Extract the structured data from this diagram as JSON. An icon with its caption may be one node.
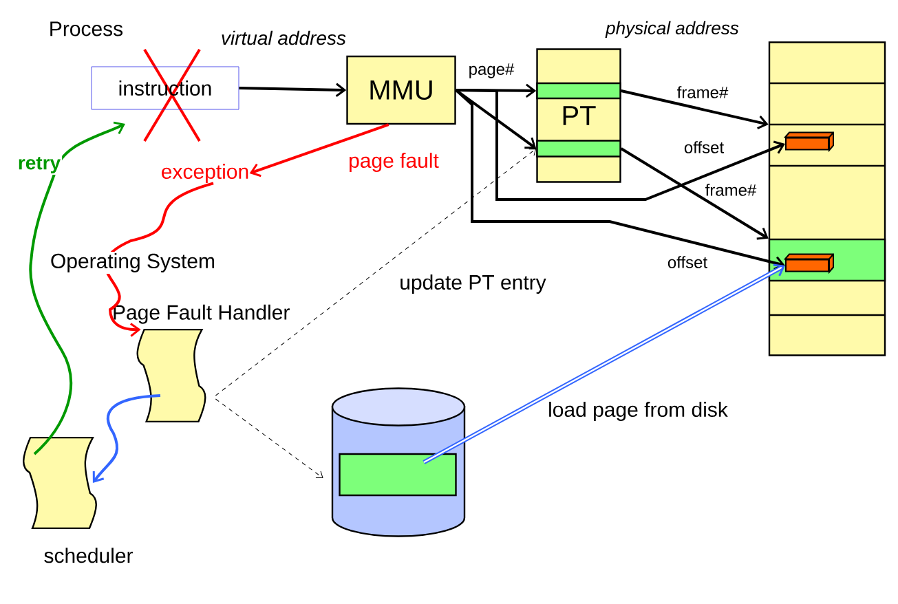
{
  "diagram": {
    "nodes": [
      {
        "text": [
          "instruction"
        ]
      },
      {
        "text": [
          "MMU"
        ]
      },
      {
        "text": [
          "PT"
        ]
      },
      {
        "text": [],
        "shape": "bar",
        "in": 2
      },
      {
        "text": [],
        "shape": "bar",
        "in": 2
      },
      {
        "text": [],
        "shape": "box"
      },
      {
        "text": [],
        "shape": "box",
        "in": 5
      },
      {
        "text": [],
        "shape": "bar",
        "in": 5
      },
      {
        "text": [],
        "shape": "box",
        "in": 7
      },
      {
        "text": [
          "exception"
        ]
      },
      {
        "text": [
          "Page Fault Handler"
        ]
      },
      {
        "text": [
          "scheduler"
        ]
      },
      {
        "text": [],
        "shape": "cylinder"
      },
      {
        "text": [],
        "shape": "bar",
        "in": 12
      }
    ],
    "edges": [
      {
        "from": 0,
        "to": 1,
        "arrow": "to",
        "label": "virtual address"
      },
      {
        "from": 1,
        "to": 3,
        "arrow": "to",
        "label": "page#"
      },
      {
        "from": 1,
        "to": 4,
        "arrow": "to"
      },
      {
        "from": 3,
        "to": 5,
        "arrow": "to",
        "label": "frame#"
      },
      {
        "from": 1,
        "to": 6,
        "arrow": "to",
        "label": "offset"
      },
      {
        "from": 4,
        "to": 7,
        "arrow": "to",
        "label": "frame#"
      },
      {
        "from": 1,
        "to": 8,
        "arrow": "to",
        "label": "offset"
      },
      {
        "from": 1,
        "to": 9,
        "arrow": "to",
        "label": "page fault",
        "color": "#ff0000"
      },
      {
        "from": 9,
        "to": 10,
        "arrow": "to",
        "color": "#ff0000"
      },
      {
        "from": 10,
        "to": 11,
        "arrow": "to",
        "color": "#3366ff"
      },
      {
        "from": 11,
        "to": 0,
        "arrow": "to",
        "label": "retry",
        "color": "#009900"
      },
      {
        "from": 10,
        "to": 4,
        "arrow": "to",
        "label": "update PT entry",
        "style": "dashed"
      },
      {
        "from": 10,
        "to": 12,
        "arrow": "to",
        "style": "dashed"
      },
      {
        "from": 13,
        "to": 8,
        "arrow": "to",
        "label": "load page from disk",
        "color": "#3366ff"
      }
    ],
    "labels": [
      "Process",
      "physical address",
      "Operating System"
    ]
  }
}
